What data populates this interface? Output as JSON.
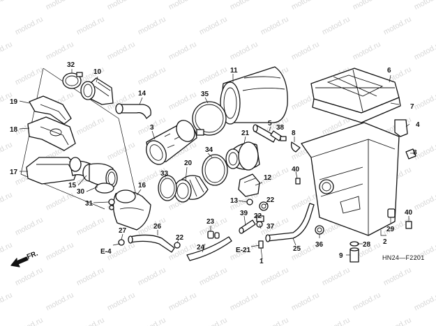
{
  "watermark": "motod.ru",
  "diagram_code": "HN24—F2201",
  "front_label": "FR.",
  "ref_labels": [
    {
      "id": "e4",
      "text": "E-4"
    },
    {
      "id": "e21",
      "text": "E-21"
    }
  ],
  "callouts": [
    "1",
    "2",
    "3",
    "4",
    "5",
    "6",
    "7",
    "8",
    "9",
    "10",
    "11",
    "12",
    "13",
    "14",
    "15",
    "16",
    "17",
    "18",
    "19",
    "20",
    "21",
    "22",
    "23",
    "24",
    "25",
    "26",
    "27",
    "28",
    "29",
    "30",
    "31",
    "32",
    "33",
    "34",
    "35",
    "36",
    "37",
    "38",
    "39",
    "40"
  ]
}
